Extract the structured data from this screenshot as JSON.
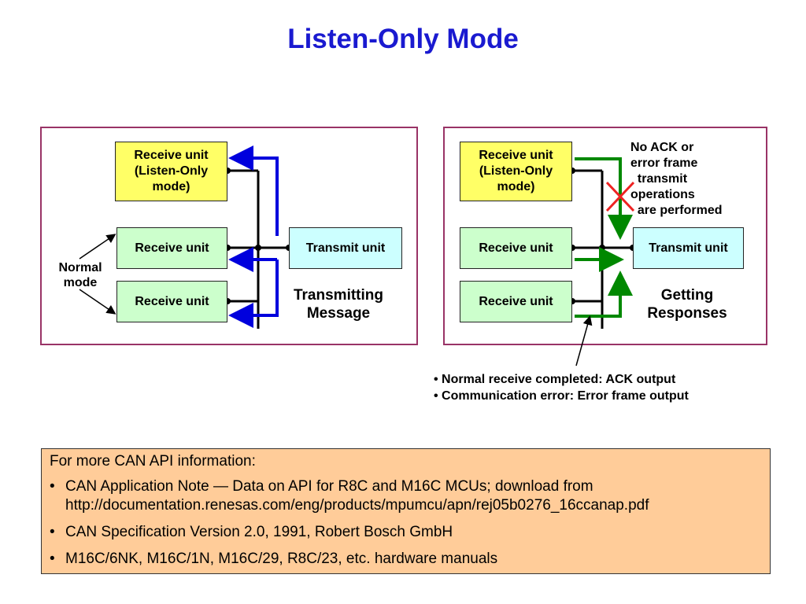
{
  "title": "Listen-Only Mode",
  "left_panel": {
    "listen_box": "Receive unit\n(Listen-Only\nmode)",
    "recv1": "Receive unit",
    "recv2": "Receive unit",
    "transmit": "Transmit unit",
    "normal_mode": "Normal\nmode",
    "caption": "Transmitting\nMessage"
  },
  "right_panel": {
    "listen_box": "Receive unit\n(Listen-Only\nmode)",
    "recv1": "Receive unit",
    "recv2": "Receive unit",
    "transmit": "Transmit unit",
    "no_ack_note": "No ACK or\nerror frame\n  transmit\noperations\n  are performed",
    "caption": "Getting\nResponses"
  },
  "notes": [
    "• Normal receive completed: ACK output",
    "• Communication error: Error frame output"
  ],
  "info": {
    "heading": "For more CAN API information:",
    "items": [
      "CAN Application Note — Data on API for R8C and M16C MCUs; download from http://documentation.renesas.com/eng/products/mpumcu/apn/rej05b0276_16ccanap.pdf",
      "CAN Specification Version 2.0, 1991, Robert Bosch GmbH",
      "M16C/6NK, M16C/1N, M16C/29, R8C/23, etc. hardware manuals"
    ]
  },
  "colors": {
    "title": "#1a1ad0",
    "panel_border": "#993366",
    "blue_arrow": "#0000dd",
    "green_arrow": "#008800",
    "red_cross": "#ee2222",
    "info_bg": "#ffcc99"
  }
}
